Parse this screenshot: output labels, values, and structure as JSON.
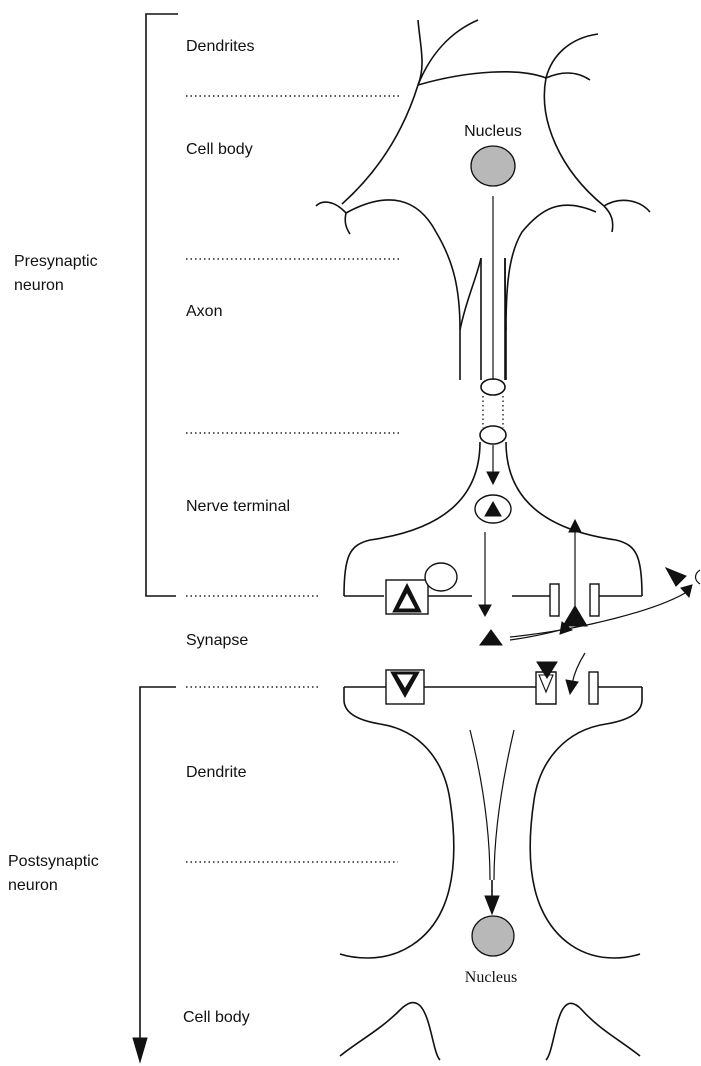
{
  "labels": {
    "presynaptic": [
      "Presynaptic",
      "neuron"
    ],
    "postsynaptic": [
      "Postsynaptic",
      "neuron"
    ],
    "dendrites": "Dendrites",
    "cell_body_top": "Cell body",
    "axon": "Axon",
    "nerve_terminal": "Nerve terminal",
    "synapse": "Synapse",
    "dendrite": "Dendrite",
    "cell_body_bottom": "Cell body",
    "nucleus_top": "Nucleus",
    "nucleus_bottom": "Nucleus"
  },
  "colors": {
    "ink": "#111111",
    "nucleus_fill": "#b8b8b8",
    "background": "#ffffff"
  }
}
